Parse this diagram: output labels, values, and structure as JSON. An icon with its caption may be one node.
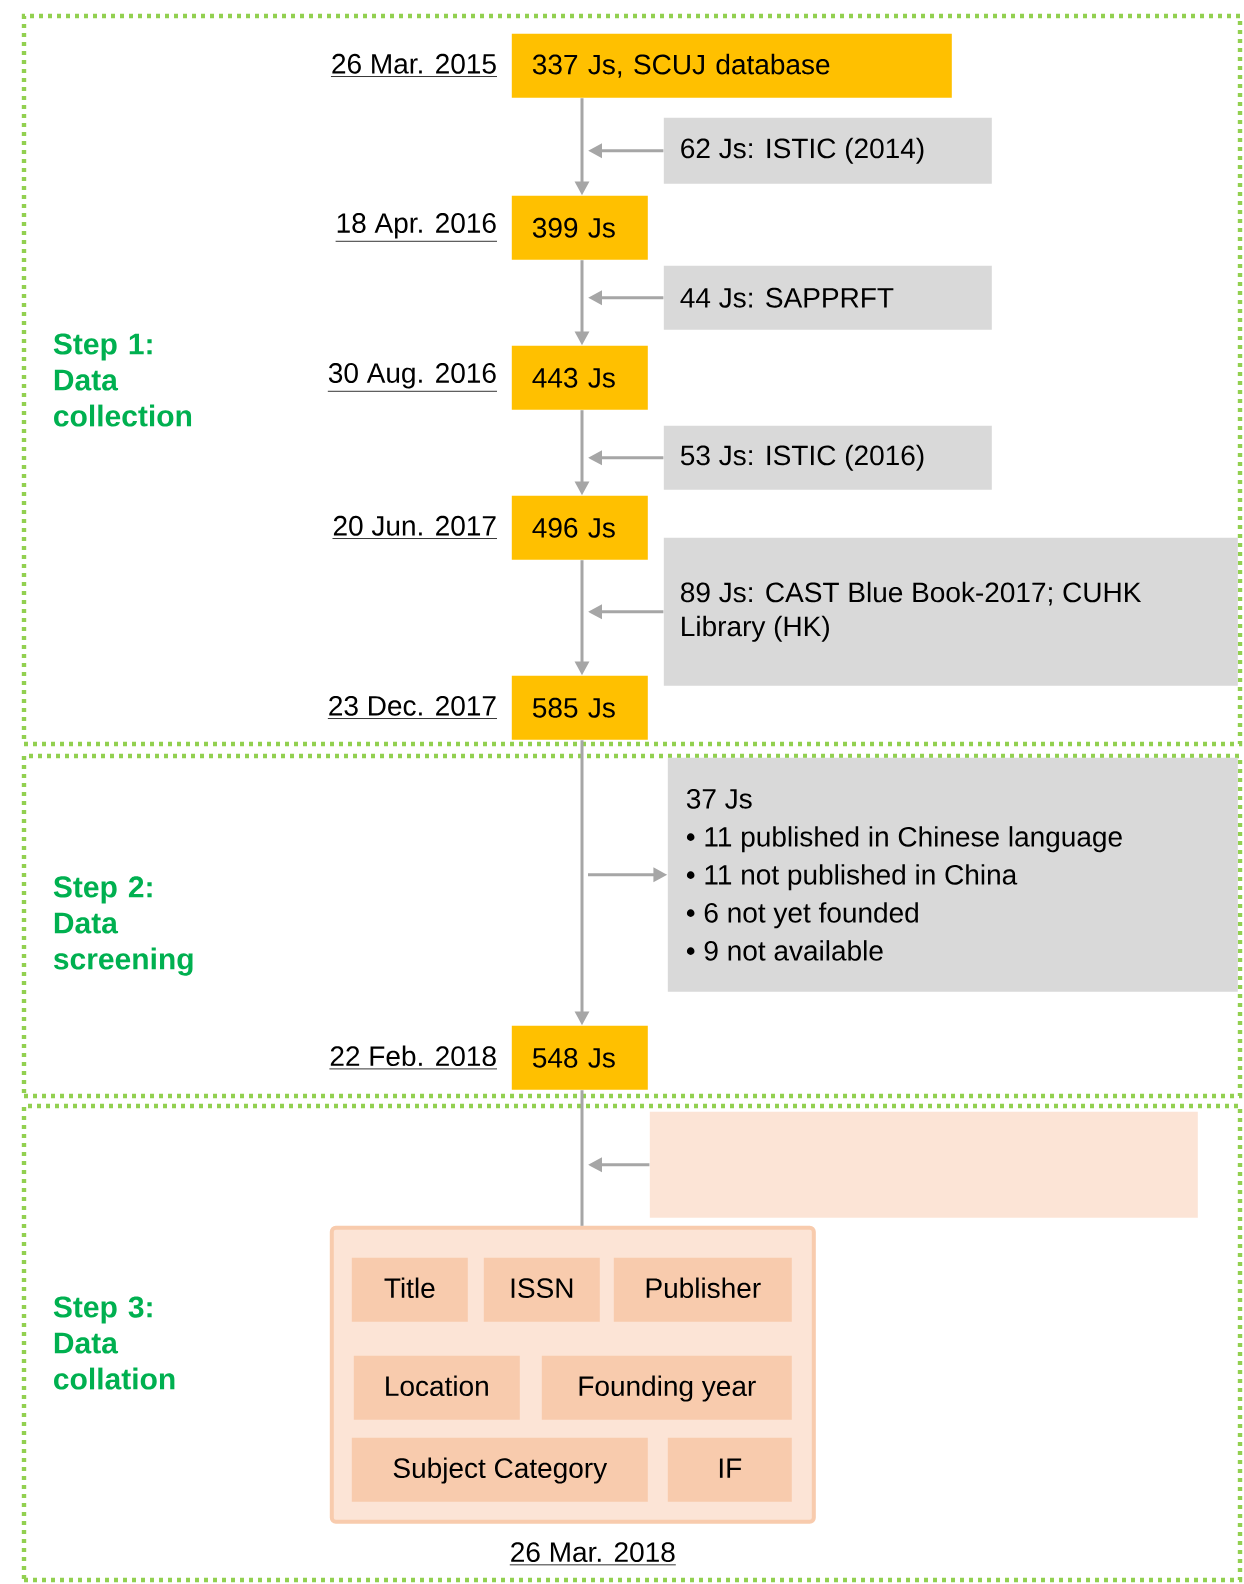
{
  "diagram": {
    "nodes": [
      {
        "text": [
          "Step 1: Data collection"
        ]
      },
      {
        "text": [
          "337 Js, SCUJ database"
        ],
        "beside": [
          "26 Mar. 2015"
        ],
        "in": 0
      },
      {
        "text": [
          "62 Js: ISTIC (2014)"
        ],
        "in": 0
      },
      {
        "text": [
          "399 Js"
        ],
        "beside": [
          "18 Apr. 2016"
        ],
        "in": 0
      },
      {
        "text": [
          "44 Js: SAPPRFT"
        ],
        "in": 0
      },
      {
        "text": [
          "443 Js"
        ],
        "beside": [
          "30 Aug. 2016"
        ],
        "in": 0
      },
      {
        "text": [
          "53 Js: ISTIC (2016)"
        ],
        "in": 0
      },
      {
        "text": [
          "496 Js"
        ],
        "beside": [
          "20 Jun. 2017"
        ],
        "in": 0
      },
      {
        "text": [
          "89 Js: CAST Blue Book-2017; CUHK Library (HK)"
        ],
        "in": 0
      },
      {
        "text": [
          "585 Js"
        ],
        "beside": [
          "23 Dec. 2017"
        ],
        "in": 0
      },
      {
        "text": [
          "Step 2: Data screening"
        ]
      },
      {
        "text": [
          "37 Js",
          "• 11 published in Chinese language",
          "• 11 not published in China",
          "• 6 not yet founded",
          "• 9 not available"
        ],
        "in": 10
      },
      {
        "text": [
          "548 Js"
        ],
        "beside": [
          "22 Feb. 2018"
        ],
        "in": 10
      },
      {
        "text": [
          "Step 3: Data collation"
        ]
      },
      {
        "text": [],
        "shape": "box",
        "in": 13
      },
      {
        "text": [],
        "shape": "box",
        "beside": [
          "26 Mar. 2018"
        ],
        "in": 13
      },
      {
        "text": [
          "Title"
        ],
        "in": 15
      },
      {
        "text": [
          "ISSN"
        ],
        "in": 15
      },
      {
        "text": [
          "Publisher"
        ],
        "in": 15
      },
      {
        "text": [
          "Location"
        ],
        "in": 15
      },
      {
        "text": [
          "Founding year"
        ],
        "in": 15
      },
      {
        "text": [
          "Subject Category"
        ],
        "in": 15
      },
      {
        "text": [
          "IF"
        ],
        "in": 15
      }
    ],
    "edges": [
      {
        "from": 1,
        "to": 3,
        "arrow": "to"
      },
      {
        "from": 2,
        "to": null,
        "arrow": "to"
      },
      {
        "from": 3,
        "to": 5,
        "arrow": "to"
      },
      {
        "from": 4,
        "to": null,
        "arrow": "to"
      },
      {
        "from": 5,
        "to": 7,
        "arrow": "to"
      },
      {
        "from": 6,
        "to": null,
        "arrow": "to"
      },
      {
        "from": 7,
        "to": 9,
        "arrow": "to"
      },
      {
        "from": 8,
        "to": null,
        "arrow": "to"
      },
      {
        "from": 9,
        "to": 12,
        "arrow": "to"
      },
      {
        "from": null,
        "to": 11,
        "arrow": "to"
      },
      {
        "from": 12,
        "to": 15,
        "arrow": "none"
      },
      {
        "from": 14,
        "to": null,
        "arrow": "to"
      }
    ]
  }
}
